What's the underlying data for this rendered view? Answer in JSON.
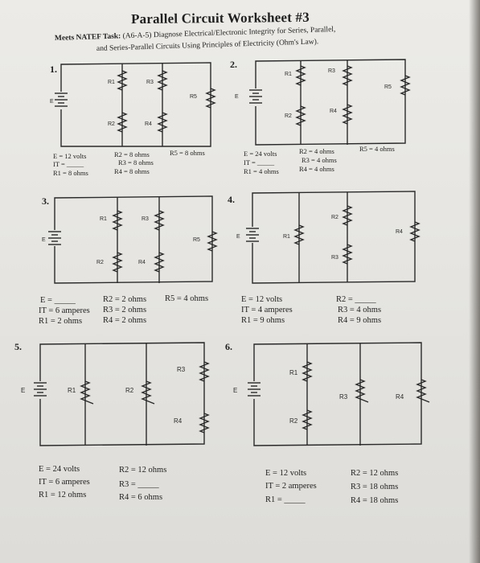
{
  "title": "Parallel Circuit Worksheet #3",
  "natef": {
    "label": "Meets NATEF Task:",
    "line1": "(A6-A-5) Diagnose Electrical/Electronic Integrity for Series, Parallel,",
    "line2": "and Series-Parallel Circuits Using Principles of Electricity (Ohm's Law)."
  },
  "problems": [
    {
      "number": "1.",
      "labels": {
        "source": "E",
        "r1": "R1",
        "r2": "R2",
        "r3": "R3",
        "r4": "R4",
        "r5": "R5"
      },
      "given": [
        "E = 12 volts",
        "R2 = 8 ohms",
        "R5 = 8 ohms",
        "IT = _____",
        "R3 = 8 ohms",
        "R1 = 8 ohms",
        "R4 = 8 ohms"
      ]
    },
    {
      "number": "2.",
      "labels": {
        "source": "E",
        "r1": "R1",
        "r2": "R2",
        "r3": "R3",
        "r4": "R4",
        "r5": "R5"
      },
      "given": [
        "E = 24 volts",
        "R2 = 4 ohms",
        "R5 = 4 ohms",
        "IT = _____",
        "R3 = 4 ohms",
        "R1 = 4 ohms",
        "R4 = 4 ohms"
      ]
    },
    {
      "number": "3.",
      "labels": {
        "source": "E",
        "r1": "R1",
        "r2": "R2",
        "r3": "R3",
        "r4": "R4",
        "r5": "R5"
      },
      "given": [
        "E = _____",
        "R2 = 2 ohms",
        "R5 = 4 ohms",
        "IT = 6 amperes",
        "R3 = 2 ohms",
        "R1 = 2 ohms",
        "R4 = 2 ohms"
      ]
    },
    {
      "number": "4.",
      "labels": {
        "source": "E",
        "r1": "R1",
        "r2": "R2",
        "r3": "R3",
        "r4": "R4"
      },
      "given": [
        "E = 12 volts",
        "R2 = _____",
        "IT = 4 amperes",
        "R3 = 4 ohms",
        "R1 = 9 ohms",
        "R4 = 9 ohms"
      ]
    },
    {
      "number": "5.",
      "labels": {
        "source": "E",
        "r1": "R1",
        "r2": "R2",
        "r3": "R3",
        "r4": "R4"
      },
      "given": [
        "E = 24 volts",
        "R2 = 12 ohms",
        "IT = 6 amperes",
        "R3 = _____",
        "R1 = 12 ohms",
        "R4 = 6 ohms"
      ]
    },
    {
      "number": "6.",
      "labels": {
        "source": "E",
        "r1": "R1",
        "r2": "R2",
        "r3": "R3",
        "r4": "R4"
      },
      "given": [
        "E = 12 volts",
        "R2 = 12 ohms",
        "IT = 2 amperes",
        "R3 = 18 ohms",
        "R1 = _____",
        "R4 = 18 ohms"
      ]
    }
  ]
}
